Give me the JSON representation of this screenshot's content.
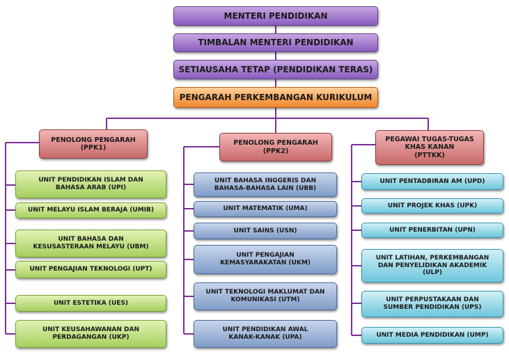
{
  "top": {
    "menteri": "MENTERI PENDIDIKAN",
    "timbalan": "TIMBALAN MENTERI PENDIDIKAN",
    "setiausaha": "SETIAUSAHA TETAP (PENDIDIKAN TERAS)",
    "pengarah": "PENGARAH PERKEMBANGAN KURIKULUM"
  },
  "heads": [
    {
      "line1": "PENOLONG PENGARAH",
      "line2": "(PPK1)"
    },
    {
      "line1": "PENOLONG PENGARAH",
      "line2": "(PPK2)"
    },
    {
      "line1": "PEGAWAI TUGAS-TUGAS",
      "line1b": "KHAS KANAN",
      "line2": "(PTTKK)"
    }
  ],
  "col1": [
    {
      "l1": "UNIT PENDIDIKAN ISLAM DAN",
      "l2": "BAHASA ARAB (UPI)"
    },
    {
      "l1": "UNIT MELAYU ISLAM BERAJA (UMIB)"
    },
    {
      "l1": "UNIT BAHASA DAN",
      "l2": "KESUSASTERAAN MELAYU (UBM)"
    },
    {
      "l1": "UNIT PENGAJIAN TEKNOLOGI (UPT)"
    },
    {
      "l1": "UNIT ESTETIKA (UES)"
    },
    {
      "l1": "UNIT KEUSAHAWANAN DAN",
      "l2": "PERDAGANGAN (UKP)"
    }
  ],
  "col2": [
    {
      "l1": "UNIT BAHASA INGGERIS DAN",
      "l2": "BAHASA-BAHASA LAIN (UBB)"
    },
    {
      "l1": "UNIT MATEMATIK (UMA)"
    },
    {
      "l1": "UNIT SAINS (USN)"
    },
    {
      "l1": "UNIT PENGAJIAN",
      "l2": "KEMASYARAKATAN (UKM)"
    },
    {
      "l1": "UNIT TEKNOLOGI MAKLUMAT DAN",
      "l2": "KOMUNIKASI (UTM)"
    },
    {
      "l1": "UNIT PENDIDIKAN AWAL",
      "l2": "KANAK-KANAK (UPA)"
    }
  ],
  "col3": [
    {
      "l1": "UNIT PENTADBIRAN AM (UPD)"
    },
    {
      "l1": "UNIT PROJEK KHAS (UPK)"
    },
    {
      "l1": "UNIT PENERBITAN (UPN)"
    },
    {
      "l1": "UNIT LATIHAN, PERKEMBANGAN",
      "l2": "DAN PENYELIDIKAN AKADEMIK",
      "l3": "(ULP)"
    },
    {
      "l1": "UNIT PERPUSTAKAAN DAN",
      "l2": "SUMBER PENDIDIKAN (UPS)"
    },
    {
      "l1": "UNIT MEDIA PENDIDIKAN (UMP)"
    }
  ],
  "colors": {
    "connector": "#7a2d9a"
  }
}
